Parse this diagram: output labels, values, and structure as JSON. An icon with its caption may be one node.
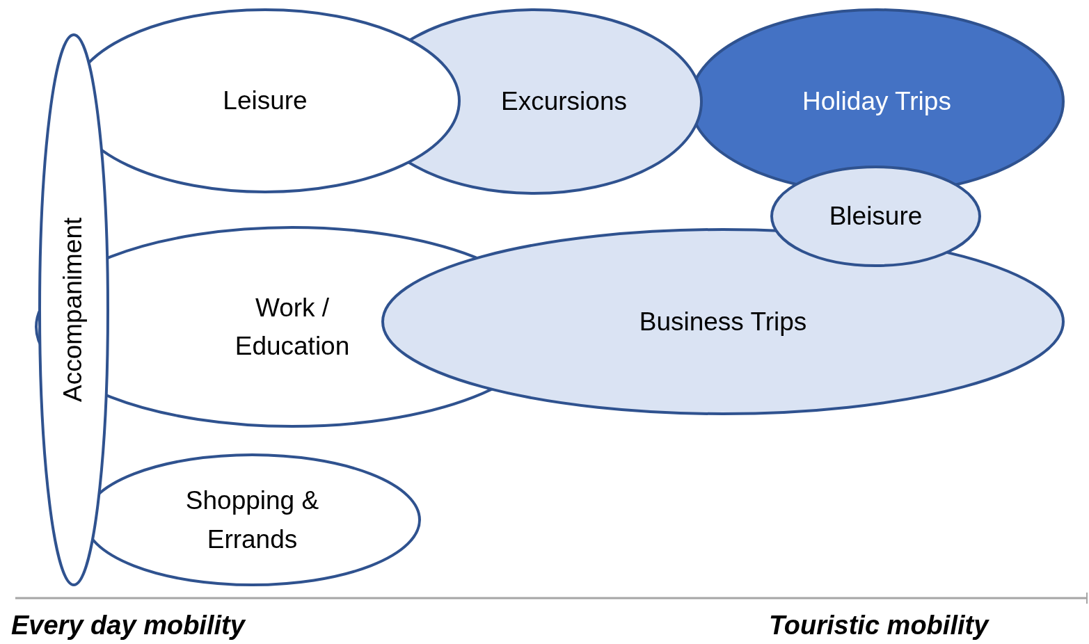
{
  "diagram": {
    "nodes": [
      {
        "text": [
          "Accompaniment"
        ]
      },
      {
        "text": [
          "Leisure"
        ]
      },
      {
        "text": [
          "Excursions"
        ]
      },
      {
        "text": [
          "Holiday Trips"
        ]
      },
      {
        "text": [
          "Bleisure"
        ]
      },
      {
        "text": [
          "Work / Education"
        ]
      },
      {
        "text": [
          "Business Trips"
        ]
      },
      {
        "text": [
          "Shopping & Errands"
        ]
      }
    ],
    "labels": [
      "Every day mobility",
      "Touristic mobility"
    ]
  }
}
